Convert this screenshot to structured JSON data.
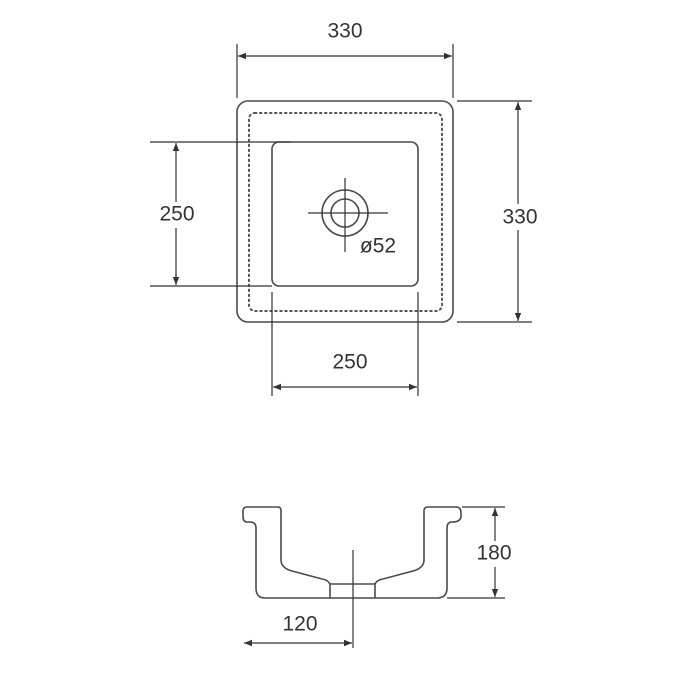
{
  "top_view": {
    "overall_width": "330",
    "overall_depth": "330",
    "basin_depth": "250",
    "basin_width": "250",
    "drain_diameter": "ø52"
  },
  "side_view": {
    "height": "180",
    "drain_offset": "120"
  }
}
